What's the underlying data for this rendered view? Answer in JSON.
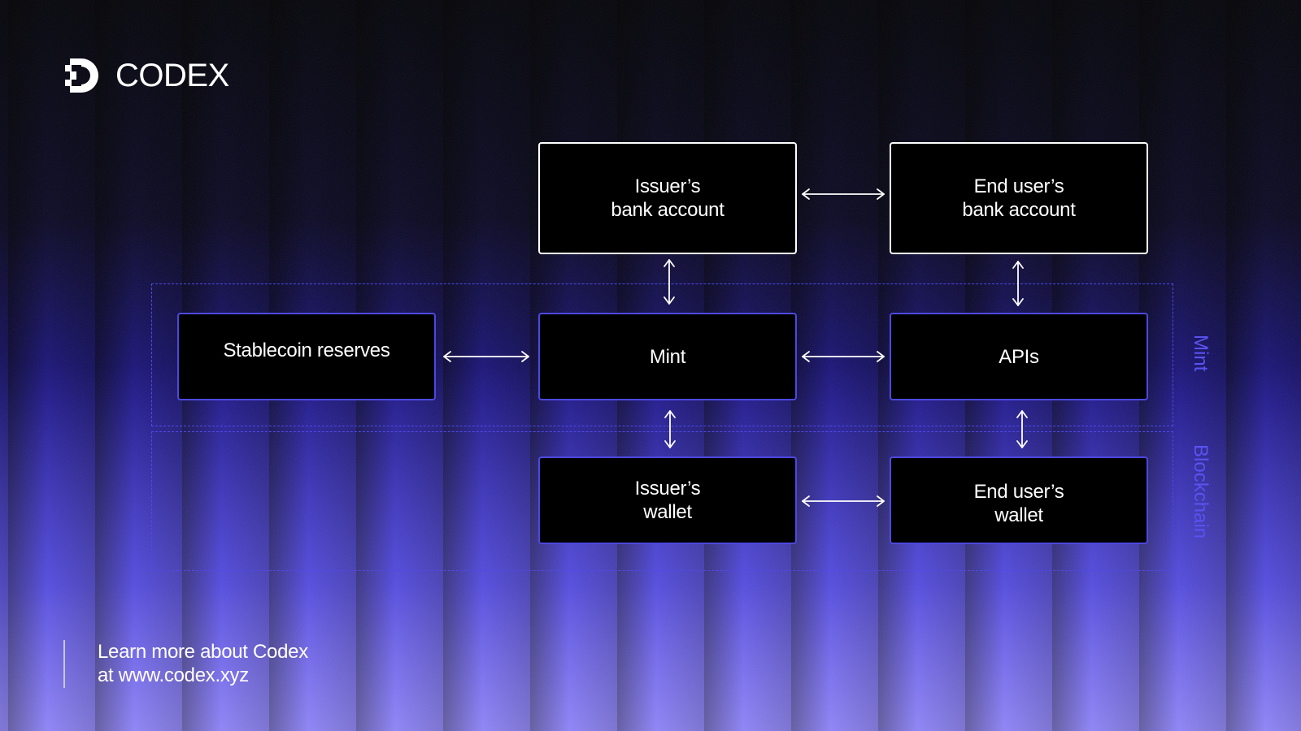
{
  "brand": {
    "name": "CODEX",
    "logo_icon": "codex-logo-icon"
  },
  "zones": {
    "mint": "Mint",
    "blockchain": "Blockchain"
  },
  "nodes": {
    "issuer_bank": [
      "Issuer’s",
      "bank account"
    ],
    "end_user_bank": [
      "End user’s",
      "bank account"
    ],
    "stablecoin_reserves": [
      "Stablecoin reserves"
    ],
    "mint": [
      "Mint"
    ],
    "apis": [
      "APIs"
    ],
    "issuer_wallet": [
      "Issuer’s",
      "wallet"
    ],
    "end_user_wallet": [
      "End user’s",
      "wallet"
    ]
  },
  "connections": [
    {
      "from": "issuer_bank",
      "to": "end_user_bank",
      "type": "bidirectional"
    },
    {
      "from": "issuer_bank",
      "to": "mint",
      "type": "bidirectional"
    },
    {
      "from": "end_user_bank",
      "to": "apis",
      "type": "bidirectional"
    },
    {
      "from": "stablecoin_reserves",
      "to": "mint",
      "type": "bidirectional"
    },
    {
      "from": "mint",
      "to": "apis",
      "type": "bidirectional"
    },
    {
      "from": "mint",
      "to": "issuer_wallet",
      "type": "bidirectional"
    },
    {
      "from": "apis",
      "to": "end_user_wallet",
      "type": "bidirectional"
    },
    {
      "from": "issuer_wallet",
      "to": "end_user_wallet",
      "type": "bidirectional"
    }
  ],
  "footer": {
    "line1": "Learn more about Codex",
    "line2": "at www.codex.xyz"
  },
  "colors": {
    "background": "#05040d",
    "accent": "#4d48e0",
    "zone_label": "#5a52f0",
    "node_fill": "#000000",
    "text": "#ffffff"
  }
}
